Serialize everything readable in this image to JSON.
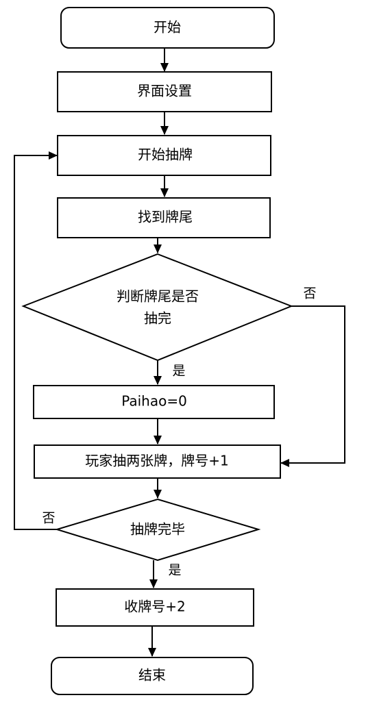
{
  "diagram": {
    "nodes": {
      "start": "开始",
      "ui_setup": "界面设置",
      "start_draw": "开始抽牌",
      "find_tail": "找到牌尾",
      "check_line1": "判断牌尾是否",
      "check_line2": "抽完",
      "reset": "Paihao=0",
      "player_draw": "玩家抽两张牌，牌号+1",
      "draw_done": "抽牌完毕",
      "collect": "收牌号+2",
      "end": "结束"
    },
    "edge_labels": {
      "check_no": "否",
      "check_yes": "是",
      "done_no": "否",
      "done_yes": "是"
    }
  }
}
